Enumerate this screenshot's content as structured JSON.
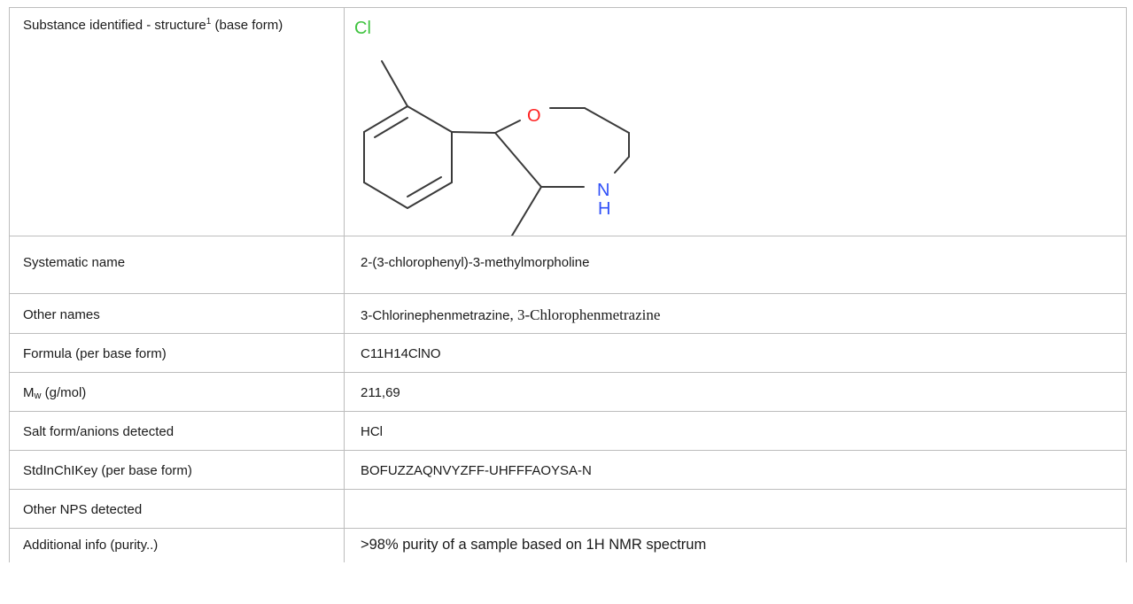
{
  "rows": {
    "structure": {
      "label_pre": "Substance identified - structure",
      "label_sup": "1",
      "label_post": " (base form)"
    },
    "systematic_name": {
      "label": "Systematic name",
      "value": "2-(3-chlorophenyl)-3-methylmorpholine"
    },
    "other_names": {
      "label": "Other names",
      "value_1": "3-Chlorinephenmetrazine",
      "separator": ", ",
      "value_2": "3-Chlorophenmetrazine"
    },
    "formula": {
      "label": "Formula (per base form)",
      "value": "C11H14ClNO"
    },
    "mw": {
      "label_main": "M",
      "label_sub": "w",
      "label_post": " (g/mol)",
      "value": "211,69"
    },
    "salt": {
      "label": "Salt form/anions detected",
      "value": "HCl"
    },
    "inchikey": {
      "label": "StdInChIKey (per base form)",
      "value": "BOFUZZAQNVYZFF-UHFFFAOYSA-N"
    },
    "other_nps": {
      "label": "Other NPS detected",
      "value": ""
    },
    "additional": {
      "label": "Additional info (purity..)",
      "value": ">98% purity of a sample based on 1H NMR spectrum"
    }
  },
  "structure_atoms": {
    "cl": "Cl",
    "o": "O",
    "n": "N",
    "h": "H"
  },
  "colors": {
    "chlorine": "#3fc33f",
    "oxygen": "#ff2020",
    "nitrogen": "#3050f8",
    "bond": "#3a3a3a"
  }
}
